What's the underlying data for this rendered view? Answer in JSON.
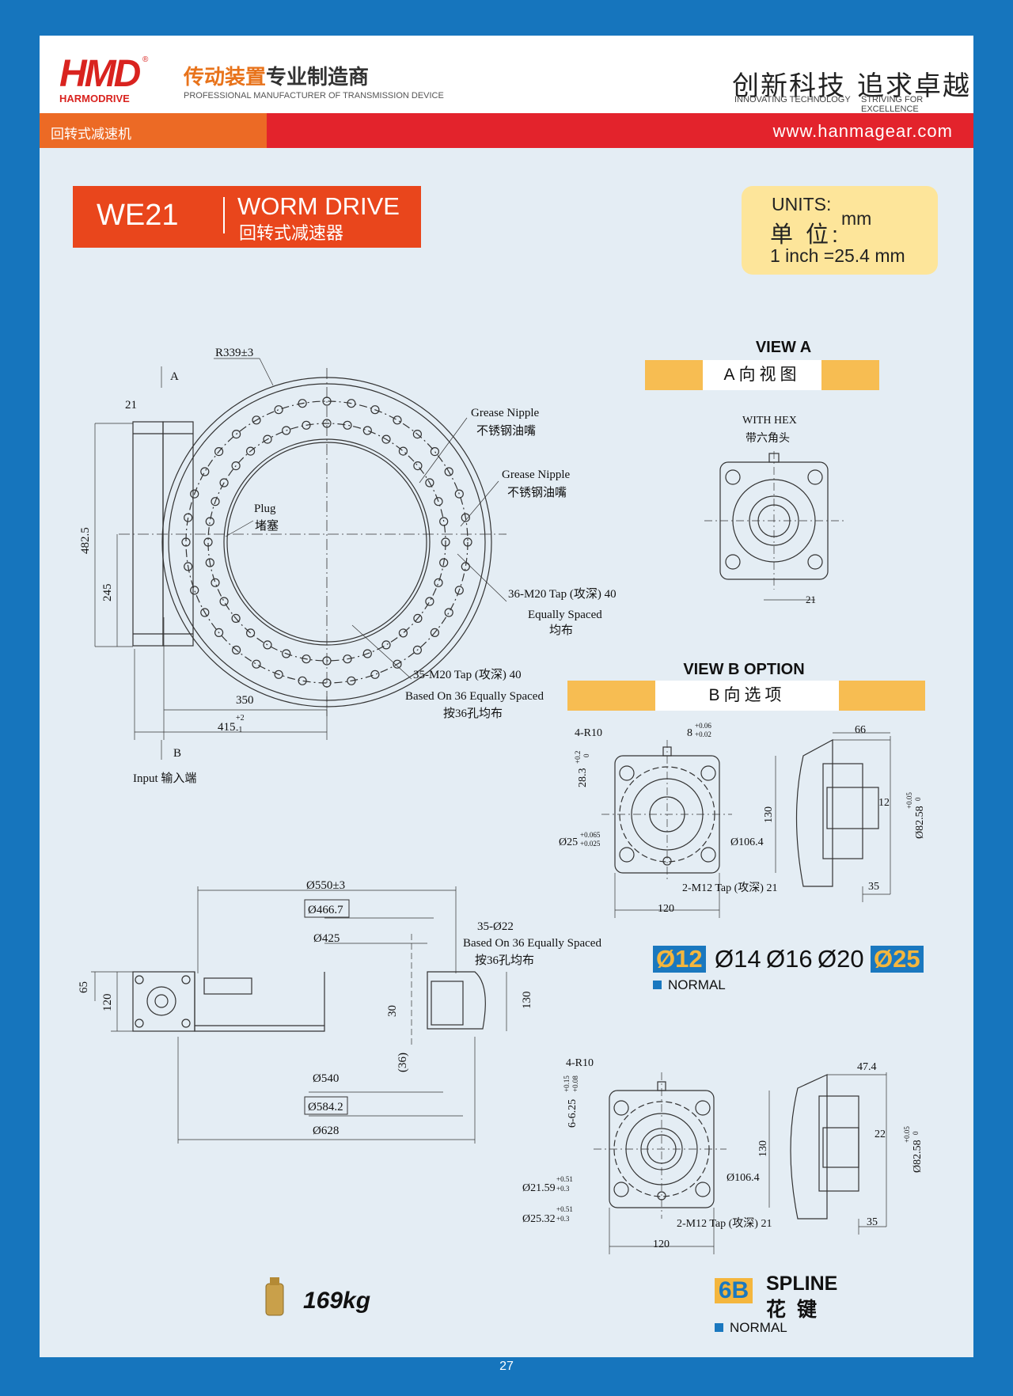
{
  "header": {
    "logo_text": "HMD",
    "logo_sub": "HARMODRIVE",
    "registered": "®",
    "tagline_cn_a": "传动装置",
    "tagline_cn_b": "专业制造商",
    "tagline_en": "PROFESSIONAL MANUFACTURER OF TRANSMISSION DEVICE",
    "slogan1_cn": "创新科技",
    "slogan1_en": "INNOVATING TECHNOLOGY",
    "slogan2_cn": "追求卓越",
    "slogan2_en": "STRIVING FOR EXCELLENCE"
  },
  "category_bar": {
    "category": "回转式减速机",
    "url": "www.hanmagear.com",
    "orange": "#ec6a25",
    "red": "#e3232c"
  },
  "model": {
    "code": "WE21",
    "name_en": "WORM DRIVE",
    "name_cn": "回转式减速器"
  },
  "units": {
    "label_en": "UNITS:",
    "label_cn": "单 位:",
    "unit": "mm",
    "conversion": "1 inch =25.4 mm"
  },
  "view_a": {
    "title": "VIEW A",
    "subtitle": "A向视图",
    "hex_en": "WITH HEX",
    "hex_cn": "带六角头",
    "dim": "21"
  },
  "view_b": {
    "title": "VIEW B OPTION",
    "subtitle": "B向选项",
    "sizes": [
      "Ø12",
      "Ø14",
      "Ø16",
      "Ø20",
      "Ø25"
    ],
    "normal": "NORMAL"
  },
  "main_view": {
    "r": "R339±3",
    "hex": "21",
    "a": "A",
    "b": "B",
    "h1": "482.5",
    "h2": "245",
    "w1": "350",
    "w2": "415",
    "w2_tol_up": "+2",
    "w2_tol_dn": "-1",
    "grease1_en": "Grease Nipple",
    "grease1_cn": "不锈钢油嘴",
    "grease2_en": "Grease Nipple",
    "grease2_cn": "不锈钢油嘴",
    "plug_en": "Plug",
    "plug_cn": "堵塞",
    "tap36": "36-M20 Tap (攻深) 40",
    "tap36_sub_en": "Equally Spaced",
    "tap36_sub_cn": "均布",
    "tap35": "35-M20 Tap (攻深) 40",
    "tap35_sub_en": "Based On 36 Equally Spaced",
    "tap35_sub_cn": "按36孔均布",
    "input": "Input  输入端"
  },
  "section_view": {
    "d550": "Ø550±3",
    "d466": "Ø466.7",
    "d425": "Ø425",
    "holes": "35-Ø22",
    "holes_en": "Based On 36 Equally Spaced",
    "holes_cn": "按36孔均布",
    "h65": "65",
    "h120": "120",
    "h30": "30",
    "h36": "(36)",
    "h130": "130",
    "d540": "Ø540",
    "d584": "Ø584.2",
    "d628": "Ø628"
  },
  "option1": {
    "r10": "4-R10",
    "key": "8",
    "key_tol_up": "+0.06",
    "key_tol_dn": "+0.02",
    "h28": "28.3",
    "h28_tol_up": "+0.2",
    "h28_tol_dn": "0",
    "d25": "Ø25",
    "d25_tol_up": "+0.065",
    "d25_tol_dn": "+0.025",
    "d106": "Ø106.4",
    "h130": "130",
    "w120": "120",
    "tap": "2-M12 Tap (攻深) 21",
    "w66": "66",
    "d12": "12",
    "d82": "Ø82.58",
    "d82_tol_up": "+0.05",
    "d82_tol_dn": "0",
    "w35": "35"
  },
  "option2": {
    "r10": "4-R10",
    "h6": "6-6.25",
    "h6_tol_up": "+0.15",
    "h6_tol_dn": "+0.08",
    "d21": "Ø21.59",
    "d21_tol_up": "+0.51",
    "d21_tol_dn": "+0.3",
    "d25": "Ø25.32",
    "d25_tol_up": "+0.51",
    "d25_tol_dn": "+0.3",
    "d106": "Ø106.4",
    "h130": "130",
    "w120": "120",
    "tap": "2-M12 Tap (攻深) 21",
    "w47": "47.4",
    "d22": "22",
    "d82": "Ø82.58",
    "d82_tol_up": "+0.05",
    "d82_tol_dn": "0",
    "w35": "35"
  },
  "weight": "169kg",
  "spline": {
    "badge": "6B",
    "en": "SPLINE",
    "cn": "花键",
    "normal": "NORMAL"
  },
  "page_number": "27"
}
